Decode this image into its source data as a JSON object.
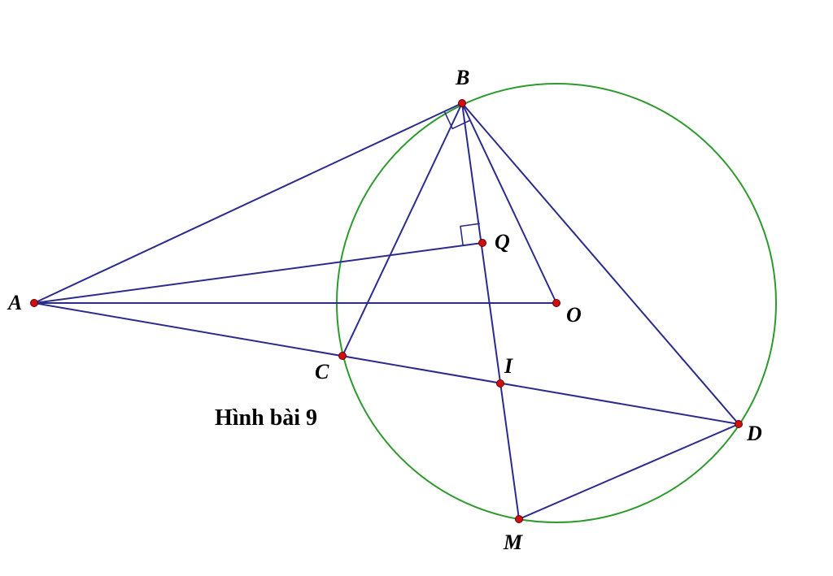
{
  "figure": {
    "caption": "Hình bài 9",
    "colors": {
      "circle": "#2e9a2e",
      "segment": "#2b2b8c",
      "point_fill": "#d01010",
      "point_stroke": "#600000",
      "label": "#000000"
    },
    "points": [
      {
        "id": "A",
        "label": "A"
      },
      {
        "id": "B",
        "label": "B"
      },
      {
        "id": "C",
        "label": "C"
      },
      {
        "id": "D",
        "label": "D"
      },
      {
        "id": "I",
        "label": "I"
      },
      {
        "id": "M",
        "label": "M"
      },
      {
        "id": "O",
        "label": "O"
      },
      {
        "id": "Q",
        "label": "Q"
      }
    ],
    "circle": {
      "center": "O",
      "through": [
        "B",
        "C",
        "D",
        "M"
      ]
    },
    "segments": [
      [
        "A",
        "B"
      ],
      [
        "A",
        "Q"
      ],
      [
        "A",
        "O"
      ],
      [
        "A",
        "D"
      ],
      [
        "B",
        "C"
      ],
      [
        "B",
        "O"
      ],
      [
        "B",
        "D"
      ],
      [
        "B",
        "M"
      ],
      [
        "M",
        "D"
      ]
    ],
    "right_angles": [
      {
        "vertex": "B",
        "between": [
          "A",
          "O"
        ]
      },
      {
        "vertex": "Q",
        "between": [
          "A",
          "B"
        ]
      }
    ]
  }
}
